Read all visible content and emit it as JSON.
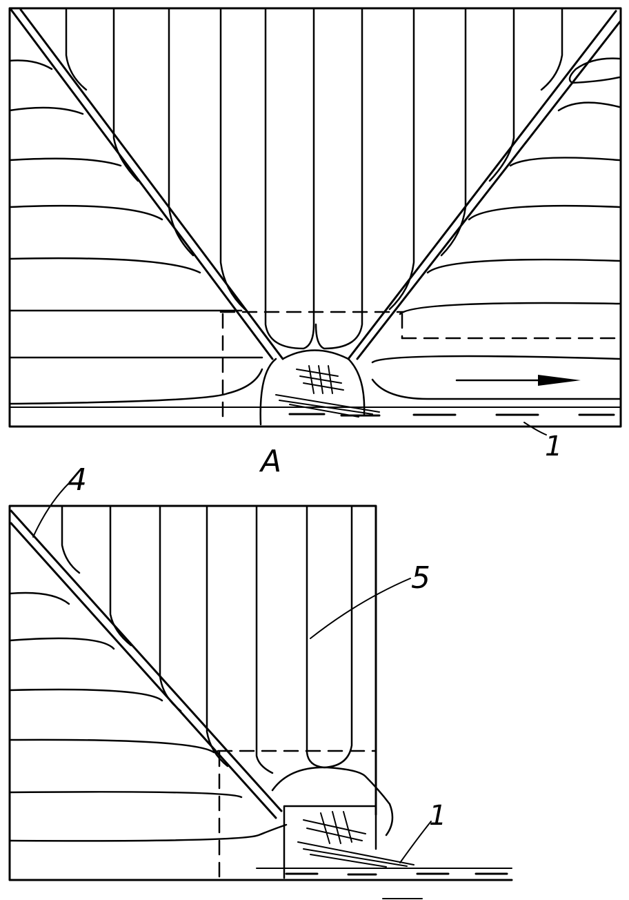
{
  "labels": {
    "section_a": "A",
    "ref_1_top": "1",
    "ref_4": "4",
    "ref_5": "5",
    "ref_1_bottom": "1"
  },
  "colors": {
    "ink": "#000000",
    "paper": "#ffffff"
  }
}
